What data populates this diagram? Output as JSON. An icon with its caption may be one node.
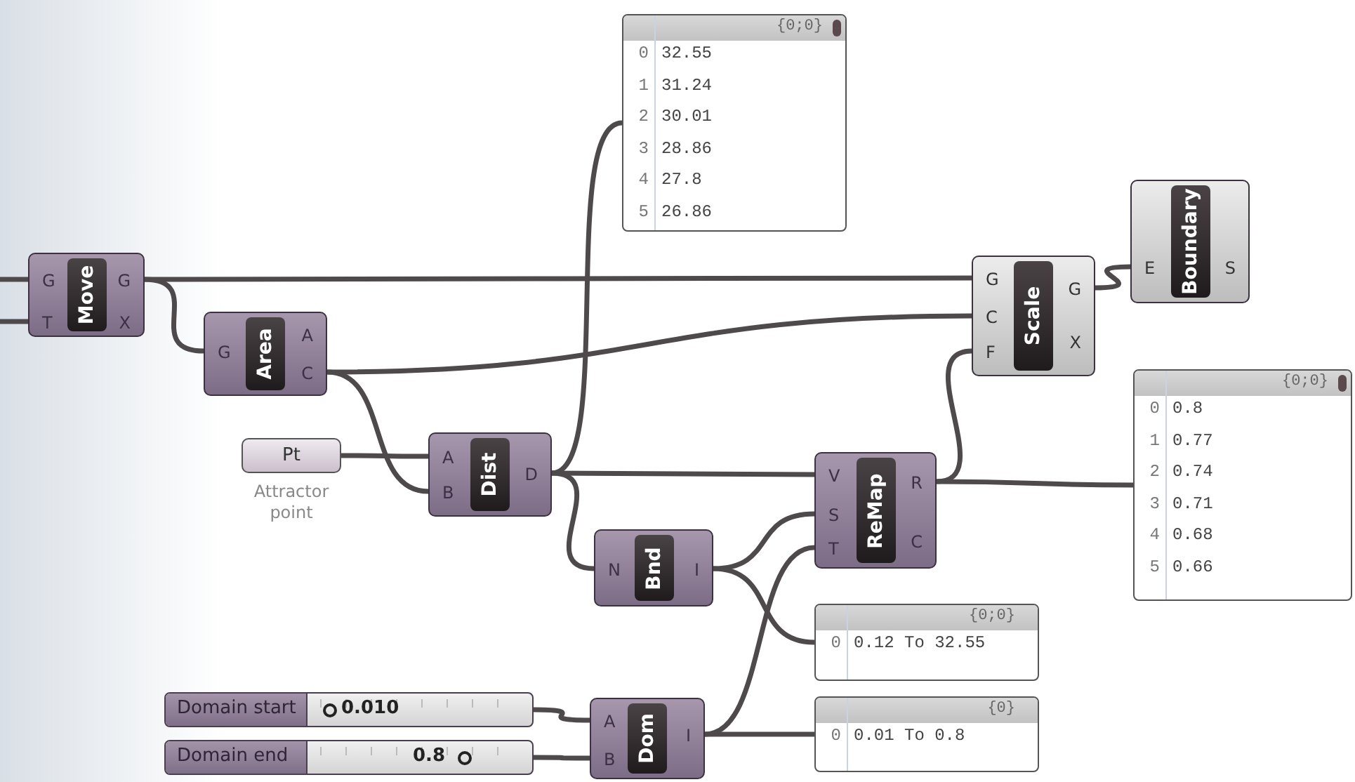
{
  "diagram": {
    "nodes": [
      {
        "text": [
          "{0;0}",
          "0",
          "32.55",
          "1",
          "31.24",
          "2",
          "30.01",
          "3",
          "28.86",
          "4",
          "27.8",
          "5",
          "26.86"
        ]
      },
      {
        "text": [
          "Boundary",
          "E",
          "S"
        ]
      },
      {
        "text": [
          "Move",
          "G",
          "T",
          "G",
          "X"
        ]
      },
      {
        "text": [
          "Scale",
          "G",
          "C",
          "F",
          "G",
          "X"
        ]
      },
      {
        "text": [
          "Area",
          "G",
          "A",
          "C"
        ]
      },
      {
        "text": [
          "{0;0}",
          "0",
          "0.8",
          "1",
          "0.77",
          "2",
          "0.74",
          "3",
          "0.71",
          "4",
          "0.68",
          "5",
          "0.66"
        ]
      },
      {
        "text": [
          "Pt"
        ],
        "beside": [
          "Attractor point"
        ]
      },
      {
        "text": [
          "Dist",
          "A",
          "B",
          "D"
        ]
      },
      {
        "text": [
          "ReMap",
          "V",
          "S",
          "T",
          "R",
          "C"
        ]
      },
      {
        "text": [
          "Bnd",
          "N",
          "I"
        ]
      },
      {
        "text": [
          "{0;0}",
          "0",
          "0.12 To 32.55"
        ]
      },
      {
        "text": [
          "Domain start",
          "0.010"
        ]
      },
      {
        "text": [
          "Dom",
          "A",
          "B",
          "I"
        ]
      },
      {
        "text": [
          "{0}",
          "0",
          "0.01 To 0.8"
        ]
      },
      {
        "text": [
          "Domain end",
          "0.8"
        ]
      }
    ],
    "edges": [
      {
        "from": null,
        "to": 2,
        "arrow": "none"
      },
      {
        "from": null,
        "to": 2,
        "arrow": "none"
      },
      {
        "from": 2,
        "to": 3,
        "arrow": "none"
      },
      {
        "from": 2,
        "to": 4,
        "arrow": "none"
      },
      {
        "from": 4,
        "to": 3,
        "arrow": "none"
      },
      {
        "from": 4,
        "to": 7,
        "arrow": "none"
      },
      {
        "from": 6,
        "to": 7,
        "arrow": "none"
      },
      {
        "from": 7,
        "to": 0,
        "arrow": "none"
      },
      {
        "from": 7,
        "to": 8,
        "arrow": "none"
      },
      {
        "from": 7,
        "to": 9,
        "arrow": "none"
      },
      {
        "from": 9,
        "to": 8,
        "arrow": "none"
      },
      {
        "from": 9,
        "to": 10,
        "arrow": "none"
      },
      {
        "from": 12,
        "to": 8,
        "arrow": "none"
      },
      {
        "from": 12,
        "to": 13,
        "arrow": "none"
      },
      {
        "from": 11,
        "to": 12,
        "arrow": "none"
      },
      {
        "from": 14,
        "to": 12,
        "arrow": "none"
      },
      {
        "from": 8,
        "to": 3,
        "arrow": "none"
      },
      {
        "from": 8,
        "to": 5,
        "arrow": "none"
      },
      {
        "from": 3,
        "to": 1,
        "arrow": "none"
      }
    ]
  }
}
